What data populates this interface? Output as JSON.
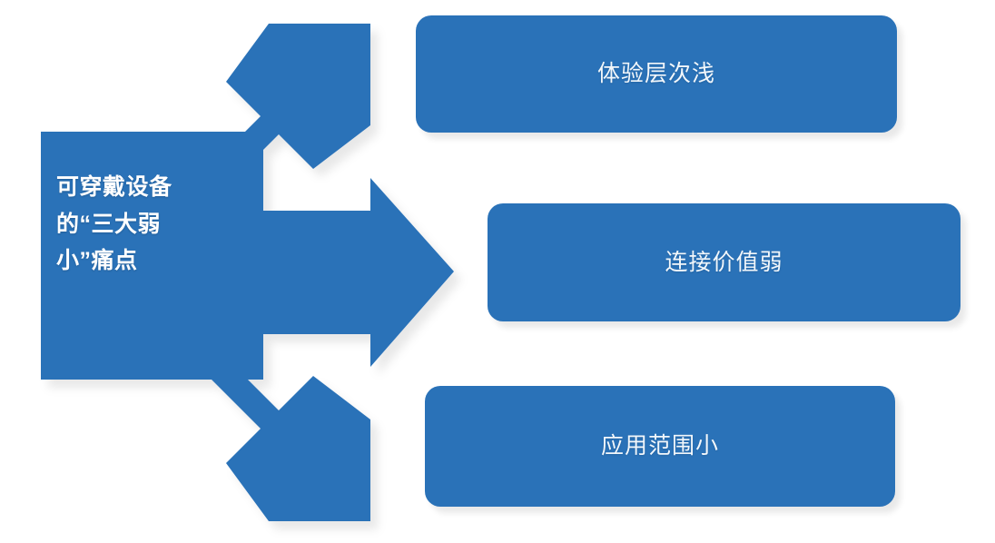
{
  "diagram": {
    "type": "process-arrow-diagram",
    "background_color": "#ffffff",
    "accent_color": "#2a72b8",
    "text_color": "#ffffff",
    "source": {
      "label": "可穿戴设备\n的“三大弱\n小”痛点",
      "shape": "three-way-arrow-block"
    },
    "nodes": [
      {
        "id": "node-0",
        "label": "体验层次浅",
        "shape": "rounded-rectangle",
        "arrow": "up-right-arrow"
      },
      {
        "id": "node-1",
        "label": "连接价值弱",
        "shape": "rounded-rectangle",
        "arrow": "right-arrow"
      },
      {
        "id": "node-2",
        "label": "应用范围小",
        "shape": "rounded-rectangle",
        "arrow": "down-right-arrow"
      }
    ]
  }
}
